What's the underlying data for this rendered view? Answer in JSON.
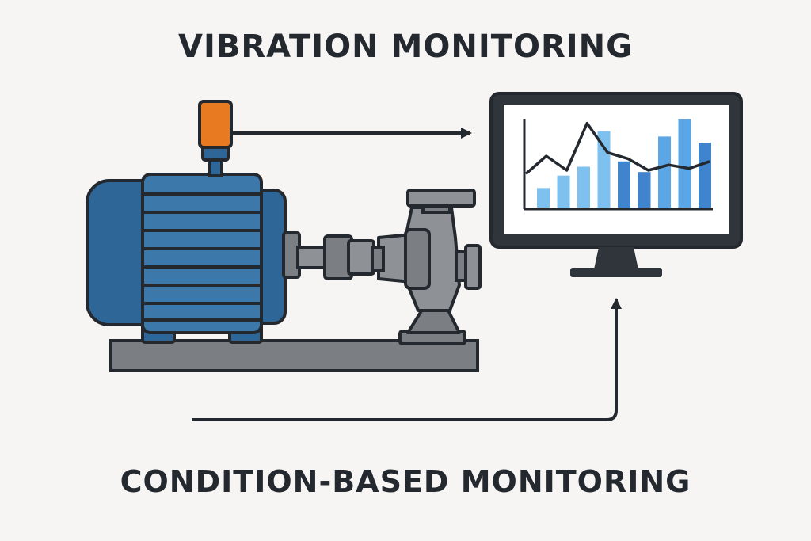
{
  "titles": {
    "top": "VIBRATION MONITORING",
    "bottom": "CONDITION-BASED MONITORING"
  },
  "colors": {
    "background": "#f6f5f3",
    "outline": "#24292f",
    "motor_blue": "#2e6797",
    "motor_blue_light": "#3d78aa",
    "steel_gray": "#7b7e83",
    "steel_gray_light": "#8e9196",
    "sensor_orange": "#e87a22",
    "monitor_frame": "#2f353b",
    "screen": "#ffffff",
    "bar_light": "#7ec0ee",
    "bar_mid": "#5aa6e6",
    "bar_dark": "#3f84cc"
  },
  "icons": {
    "sensor": "vibration-sensor-icon",
    "motor": "electric-motor-icon",
    "pump": "centrifugal-pump-icon",
    "monitor": "monitor-icon"
  },
  "chart_data": {
    "type": "bar",
    "bars": [
      0.22,
      0.36,
      0.46,
      0.86,
      0.52,
      0.4,
      0.8,
      1.0,
      0.73
    ],
    "bar_tones": [
      "light",
      "light",
      "light",
      "light",
      "dark",
      "dark",
      "mid",
      "mid",
      "dark"
    ],
    "line": [
      0.38,
      0.58,
      0.42,
      0.95,
      0.62,
      0.55,
      0.42,
      0.48,
      0.44,
      0.52
    ],
    "ylim": [
      0,
      1
    ]
  }
}
